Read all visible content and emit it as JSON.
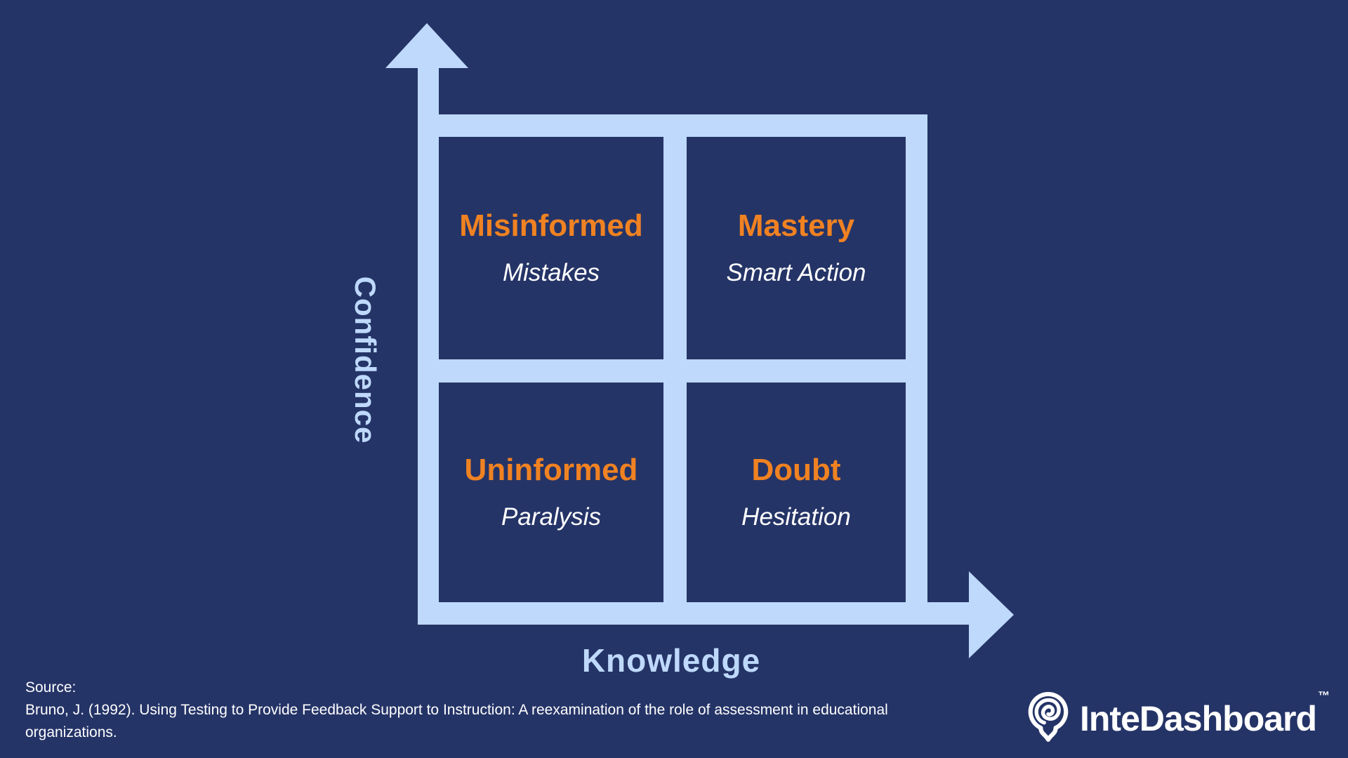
{
  "colors": {
    "background": "#253467",
    "axis_light_blue": "#BED9FB",
    "quadrant_fill": "#253467",
    "title_orange": "#F08222",
    "subtitle_white": "#FFFFFF"
  },
  "axes": {
    "y_label": "Confidence",
    "x_label": "Knowledge"
  },
  "quadrants": [
    {
      "position": "top-left",
      "title": "Misinformed",
      "subtitle": "Mistakes"
    },
    {
      "position": "top-right",
      "title": "Mastery",
      "subtitle": "Smart Action"
    },
    {
      "position": "bottom-left",
      "title": "Uninformed",
      "subtitle": "Paralysis"
    },
    {
      "position": "bottom-right",
      "title": "Doubt",
      "subtitle": "Hesitation"
    }
  ],
  "source": {
    "label": "Source:",
    "citation": "Bruno, J. (1992). Using Testing to Provide Feedback Support to Instruction: A reexamination of the role of assessment in educational organizations."
  },
  "logo": {
    "text": "InteDashboard",
    "trademark": "™",
    "icon": "lightbulb-brain-icon"
  }
}
